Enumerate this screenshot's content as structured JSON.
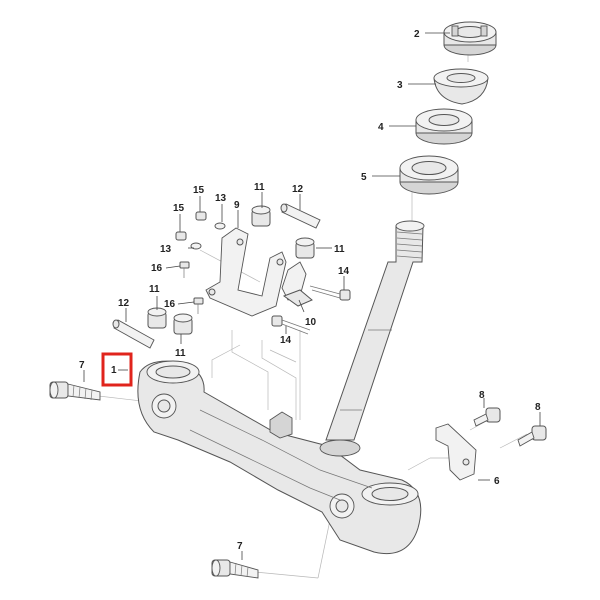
{
  "diagram": {
    "highlight_color": "#e0241c",
    "line_color": "#444444",
    "highlighted_label": "1",
    "labels": {
      "p1": "1",
      "p2": "2",
      "p3": "3",
      "p4": "4",
      "p5": "5",
      "p6": "6",
      "p7a": "7",
      "p7b": "7",
      "p8a": "8",
      "p8b": "8",
      "p9": "9",
      "p10": "10",
      "p11a": "11",
      "p11b": "11",
      "p11c": "11",
      "p11d": "11",
      "p12a": "12",
      "p12b": "12",
      "p13a": "13",
      "p13b": "13",
      "p14a": "14",
      "p14b": "14",
      "p15a": "15",
      "p15b": "15",
      "p16a": "16",
      "p16b": "16"
    }
  }
}
